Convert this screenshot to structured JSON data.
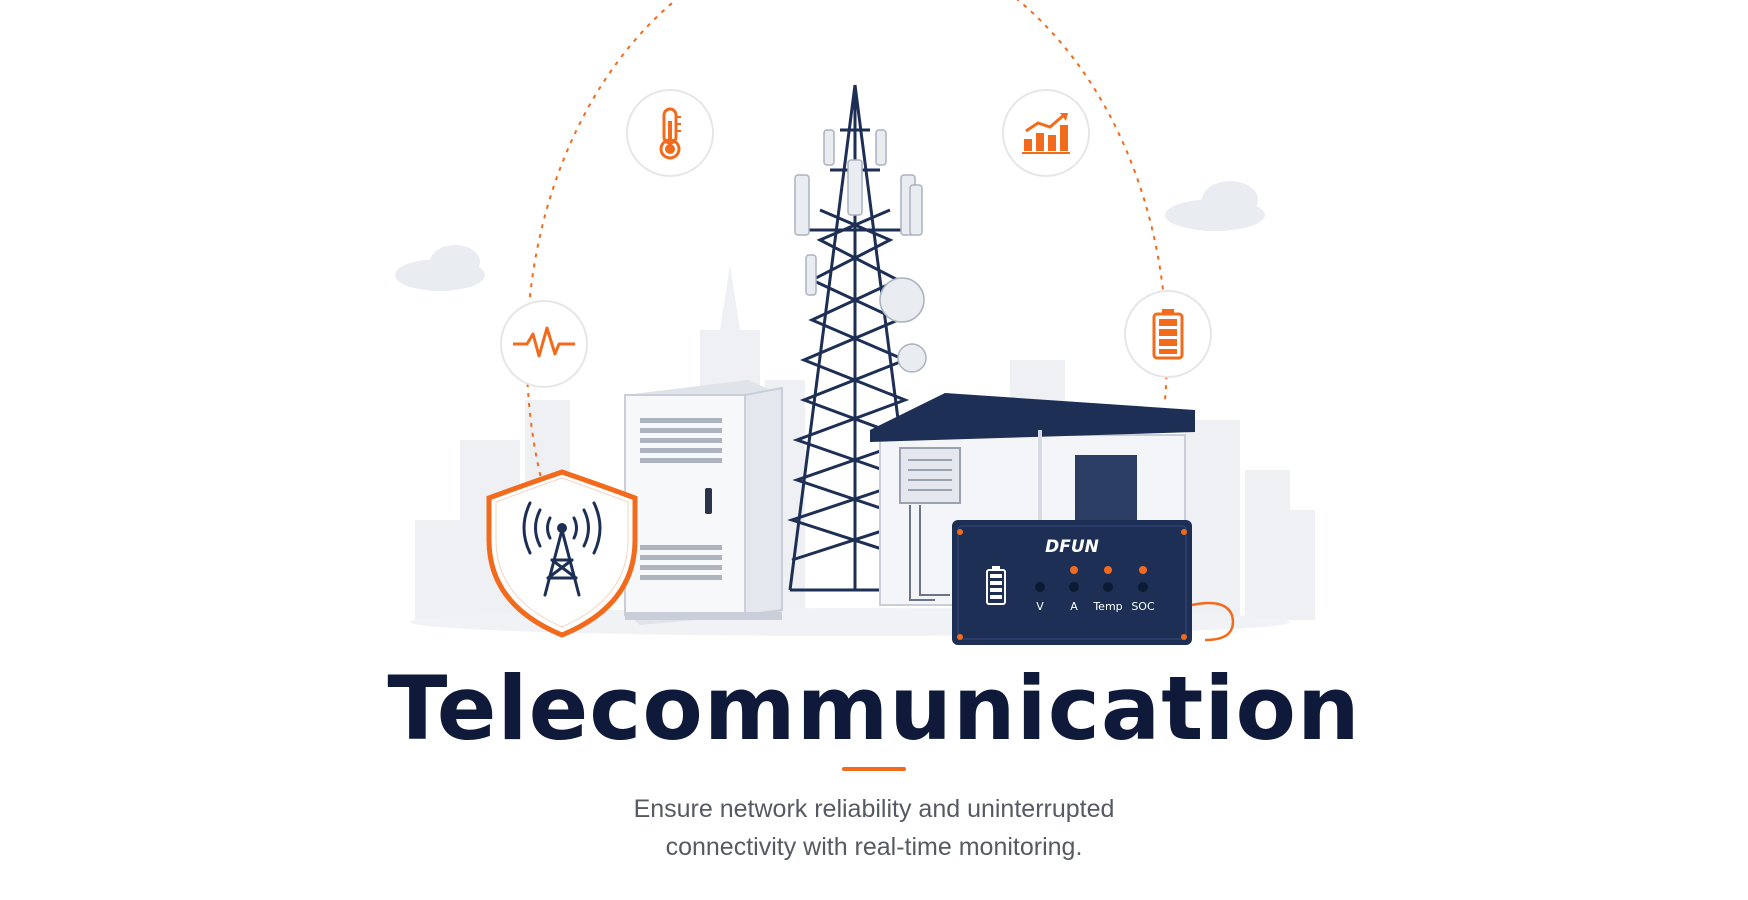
{
  "hero": {
    "title": "Telecommunication",
    "subtitle_line1": "Ensure network reliability and uninterrupted",
    "subtitle_line2": "connectivity with real-time monitoring."
  },
  "device": {
    "brand": "DFUN",
    "indicators": [
      "V",
      "A",
      "Temp",
      "SOC"
    ]
  },
  "icons": {
    "top_left": "thermometer-icon",
    "top_right": "bar-chart-growth-icon",
    "mid_left": "pulse-waveform-icon",
    "mid_right": "battery-icon",
    "bottom_left": "signal-tower-shield-icon"
  },
  "colors": {
    "accent": "#f26b1d",
    "navy": "#1d2f55",
    "title": "#0f1a3a",
    "subtitle": "#555a63"
  }
}
